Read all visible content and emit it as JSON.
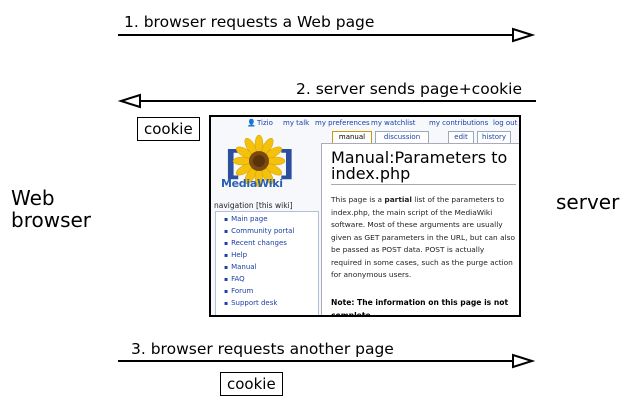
{
  "labels": {
    "left": "Web\nbrowser",
    "right": "server"
  },
  "steps": [
    {
      "text": "1. browser requests a Web page",
      "direction": "right"
    },
    {
      "text": "2. server sends page+cookie",
      "direction": "left"
    },
    {
      "text": "3. browser requests another page",
      "direction": "right"
    }
  ],
  "cookie_label": "cookie",
  "wiki": {
    "top_links": [
      "Tizio",
      "my talk",
      "my preferences",
      "my watchlist",
      "my contributions",
      "log out"
    ],
    "tabs": [
      "manual",
      "discussion",
      "edit",
      "history"
    ],
    "logo_text": "MediaWiki",
    "nav_heading": "navigation [this wiki]",
    "nav_items": [
      "Main page",
      "Community portal",
      "Recent changes",
      "Help",
      "Manual",
      "FAQ",
      "Forum",
      "Support desk"
    ],
    "title": "Manual:Parameters to index.php",
    "body_before_bold": "This page is a ",
    "body_bold": "partial",
    "body_after_bold": " list of the parameters to index.php, the main script of the MediaWiki software. Most of these arguments are usually given as GET parameters in the URL, but can also be passed as POST data. POST is actually required in some cases, such as the purge action for anonymous users.",
    "note": "Note: The information on this page is not complete"
  }
}
